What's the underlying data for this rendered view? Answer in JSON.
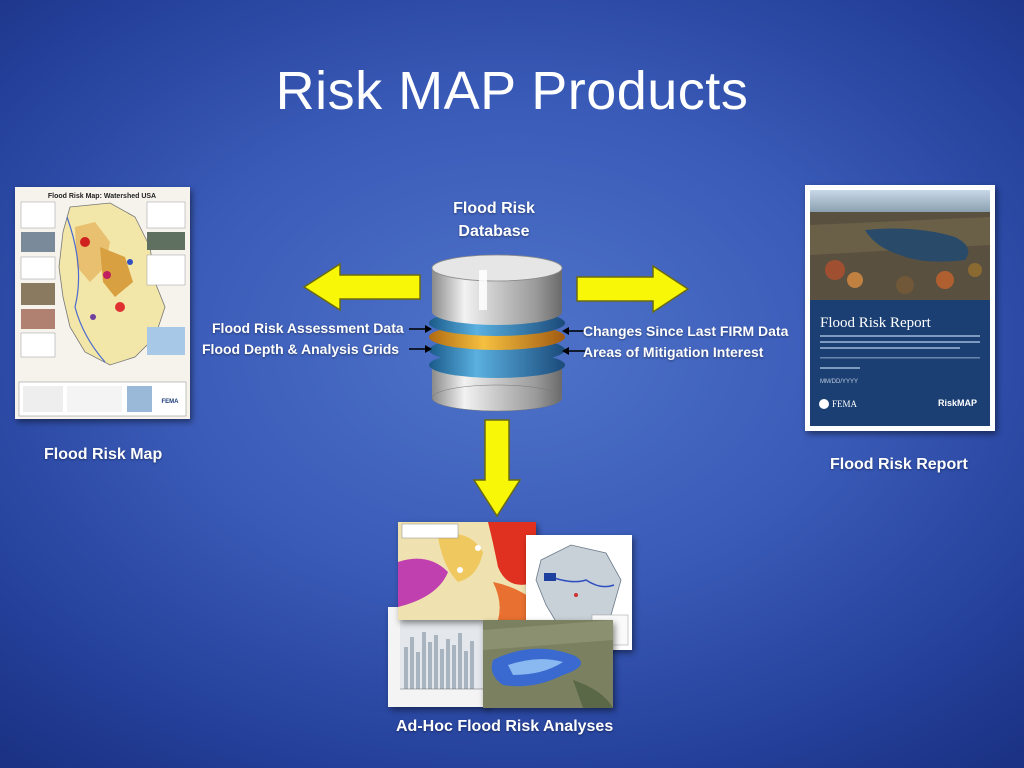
{
  "slide": {
    "title": "Risk MAP Products"
  },
  "database": {
    "title_line1": "Flood Risk",
    "title_line2": "Database"
  },
  "inputs_left": [
    "Flood Risk Assessment Data",
    "Flood Depth & Analysis Grids"
  ],
  "inputs_right": [
    "Changes Since Last FIRM Data",
    "Areas of Mitigation Interest"
  ],
  "products": {
    "map": {
      "label": "Flood Risk Map",
      "map_title": "Flood Risk Map: Watershed USA",
      "logo": "FEMA"
    },
    "report": {
      "label": "Flood Risk Report",
      "cover_title": "Flood Risk Report",
      "cover_logo_left": "FEMA",
      "cover_logo_right": "RiskMAP",
      "cover_date": "MM/DD/YYYY"
    },
    "analyses": {
      "label": "Ad-Hoc Flood Risk Analyses"
    }
  },
  "colors": {
    "arrow_fill": "#f7f707",
    "arrow_stroke": "#6a6a10",
    "report_cover": "#1b3f73",
    "db_band": "#e8a020",
    "db_disc": "#2e7fb8"
  }
}
